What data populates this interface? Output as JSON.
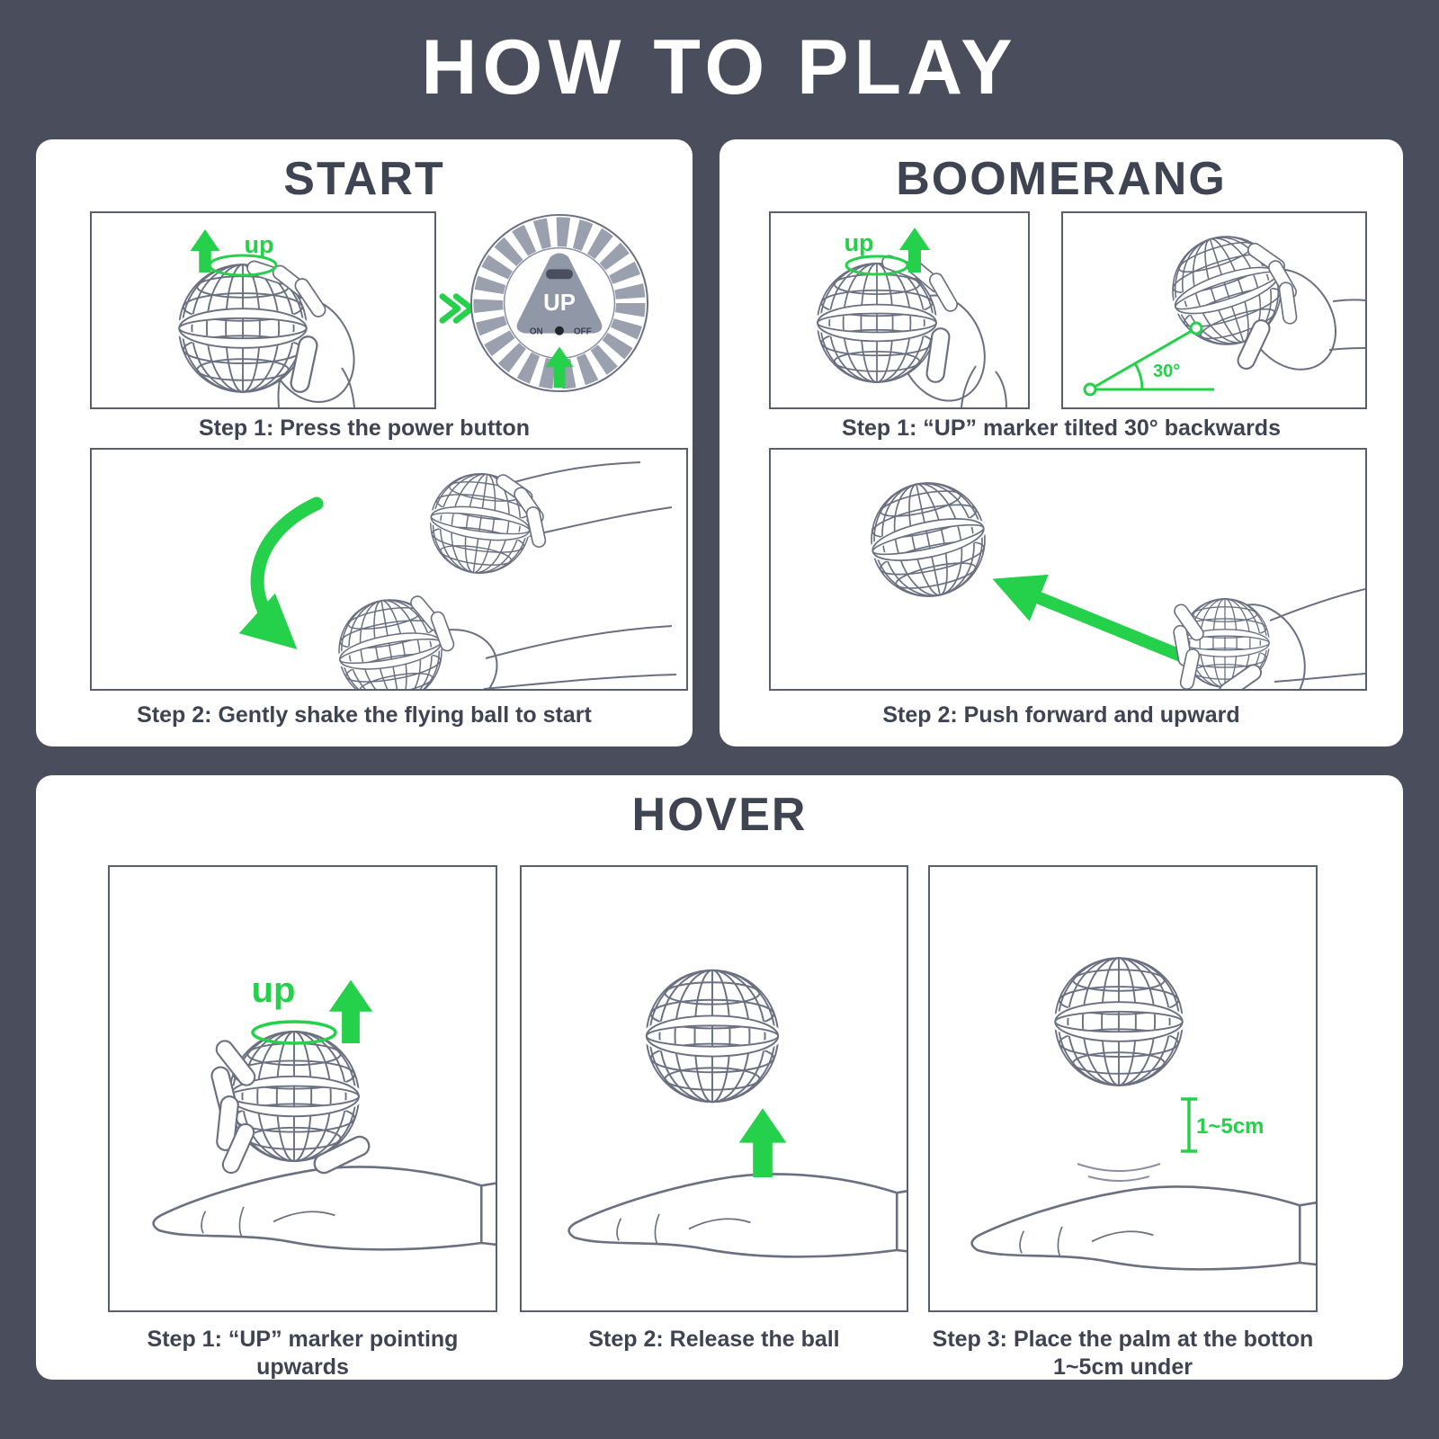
{
  "page": {
    "title": "HOW TO PLAY"
  },
  "colors": {
    "background": "#4a4e5c",
    "panel": "#ffffff",
    "text": "#3f4452",
    "accent_green": "#25d14a",
    "line_art": "#6a7080"
  },
  "start": {
    "title": "START",
    "step1": "Step 1: Press the power button",
    "step2": "Step 2: Gently shake the flying ball to start",
    "up_label": "up",
    "hub_up_label": "UP",
    "on_label": "ON",
    "off_label": "OFF"
  },
  "boomerang": {
    "title": "BOOMERANG",
    "step1": "Step 1: “UP” marker tilted 30° backwards",
    "step2": "Step 2: Push forward and upward",
    "up_label": "up",
    "angle_label": "30°"
  },
  "hover": {
    "title": "HOVER",
    "step1": "Step 1: “UP” marker pointing upwards",
    "step2": "Step 2: Release the ball",
    "step3_line1": "Step 3: Place the palm at the botton",
    "step3_line2": "1~5cm under",
    "up_label": "up",
    "distance_label": "1~5cm"
  }
}
